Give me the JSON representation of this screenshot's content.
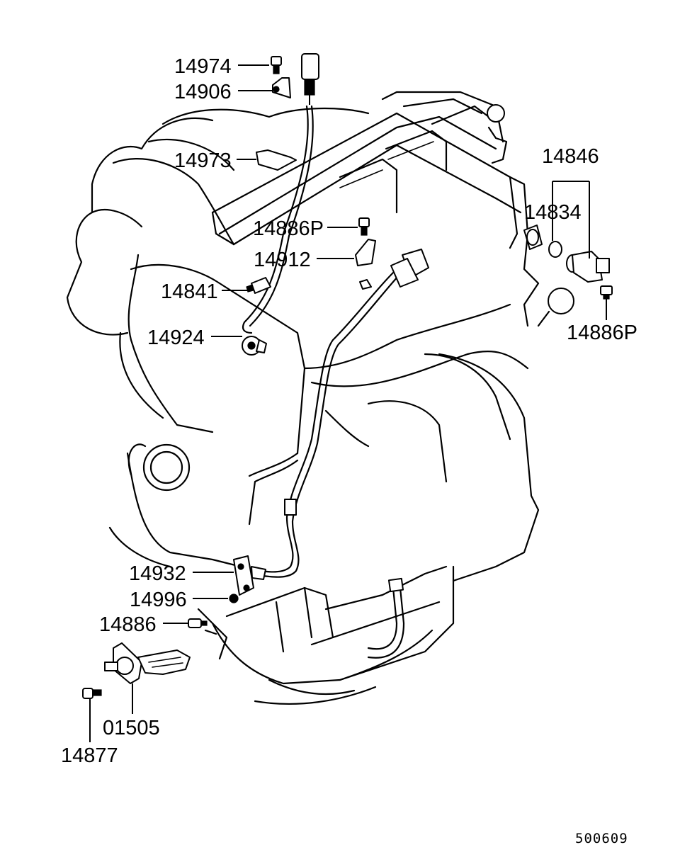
{
  "labels": {
    "p14974": "14974",
    "p14906": "14906",
    "p14973": "14973",
    "p14846": "14846",
    "p14834": "14834",
    "p14886P_top": "14886P",
    "p14912": "14912",
    "p14841": "14841",
    "p14924": "14924",
    "p14886P_right": "14886P",
    "p14932": "14932",
    "p14996": "14996",
    "p14886": "14886",
    "p01505": "01505",
    "p14877": "14877"
  },
  "diagram_code": "500609"
}
